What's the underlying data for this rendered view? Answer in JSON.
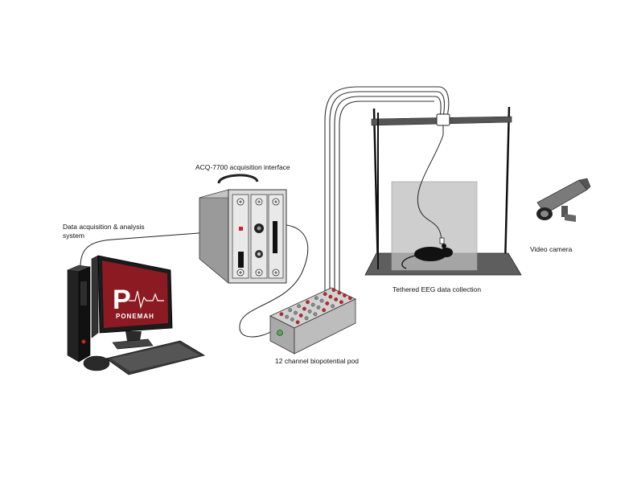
{
  "labels": {
    "acquisition_system": "Data acquisition & analysis system",
    "interface": "ACQ-7700 acquisition interface",
    "video_camera": "Video camera",
    "tethered": "Tethered EEG data collection",
    "pod": "12 channel biopotential pod"
  },
  "monitor": {
    "logo_letter": "P",
    "brand_name": "PONEMAH"
  },
  "colors": {
    "monitor_screen": "#8b1a22",
    "pod_red_jack": "#cc2222",
    "pod_gray_jack": "#8a8a8a",
    "background": "#ffffff"
  }
}
